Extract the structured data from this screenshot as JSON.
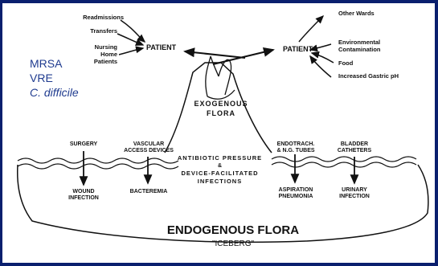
{
  "side_list": {
    "items": [
      "MRSA",
      "VRE",
      "C. difficile"
    ]
  },
  "left_patient": {
    "label": "PATIENT",
    "sources": [
      "Readmissions",
      "Transfers",
      "Nursing\nHome\nPatients"
    ]
  },
  "right_patient": {
    "label": "PATIENT",
    "sources": [
      "Other Wards",
      "Environmental\nContamination",
      "Food",
      "Increased Gastric pH"
    ]
  },
  "mountain": {
    "title_line1": "EXOGENOUS",
    "title_line2": "FLORA",
    "pressure_line1": "ANTIBIOTIC PRESSURE",
    "pressure_line2": "&",
    "pressure_line3": "DEVICE-FACILITATED",
    "pressure_line4": "INFECTIONS"
  },
  "devices": [
    {
      "cause": "SURGERY",
      "outcome": "WOUND\nINFECTION"
    },
    {
      "cause": "VASCULAR\nACCESS DEVICES",
      "outcome": "BACTEREMIA"
    },
    {
      "cause": "ENDOTRACH.\n& N.G. TUBES",
      "outcome": "ASPIRATION\nPNEUMONIA"
    },
    {
      "cause": "BLADDER\nCATHETERS",
      "outcome": "URINARY\nINFECTION"
    }
  ],
  "iceberg": {
    "title": "ENDOGENOUS FLORA",
    "subtitle": "\"ICEBERG\""
  }
}
